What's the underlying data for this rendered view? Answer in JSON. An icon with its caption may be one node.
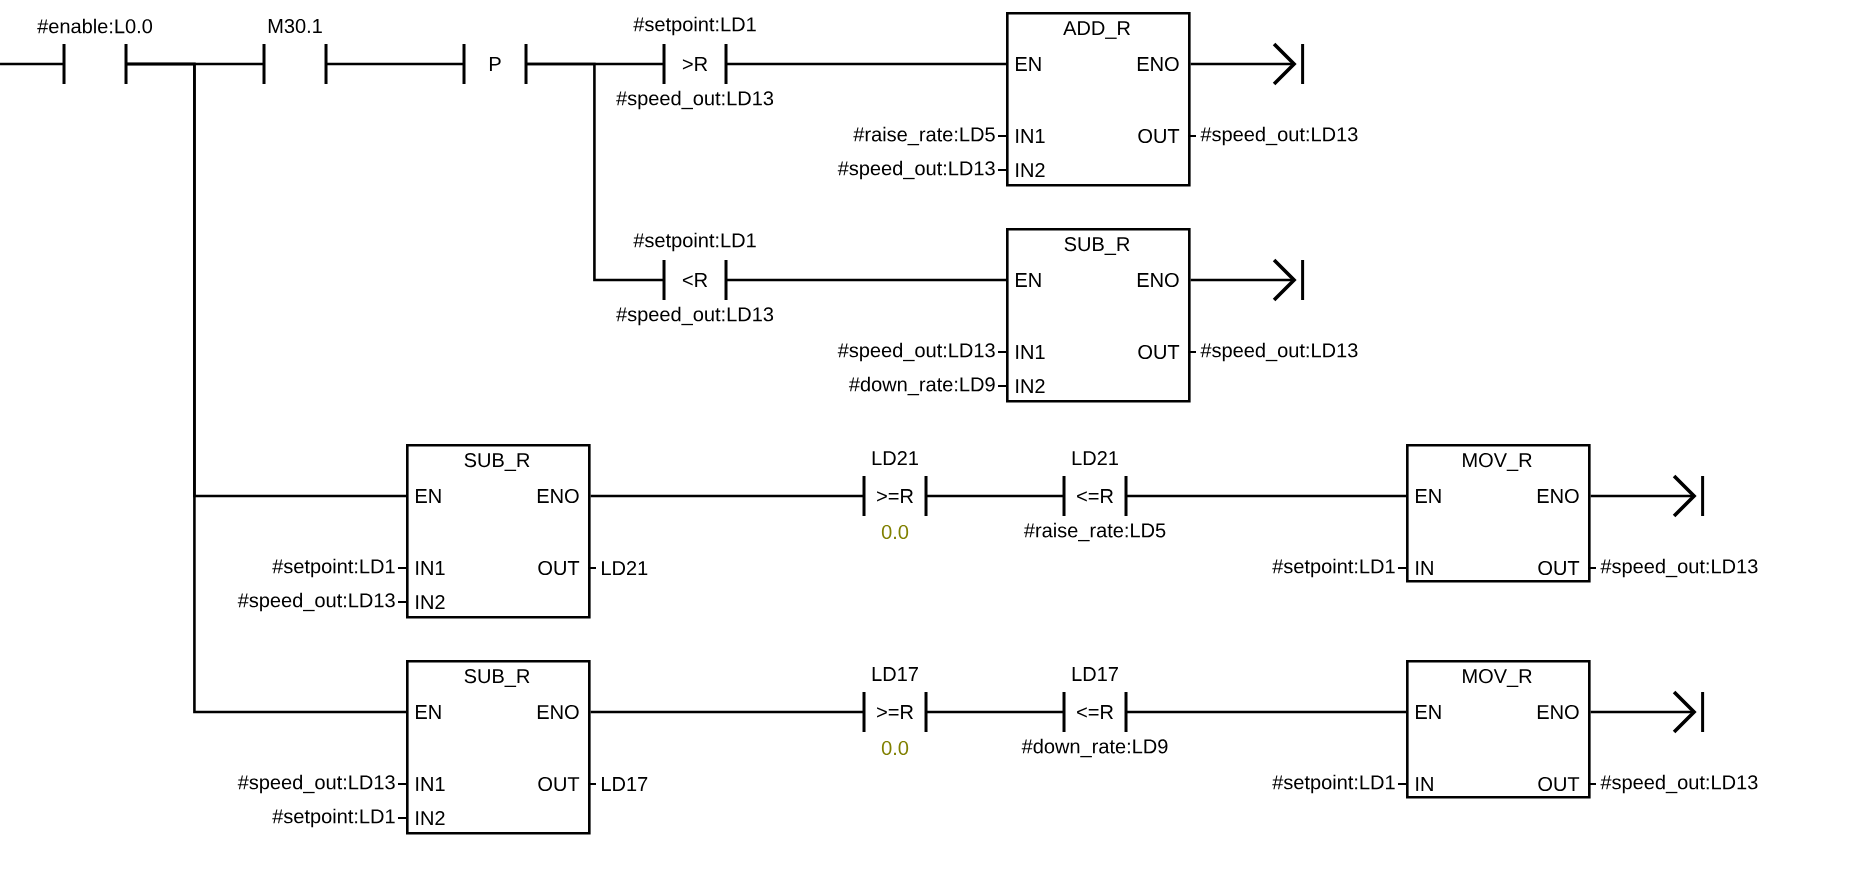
{
  "diagram": {
    "nodes": [
      {
        "text": [
          "#enable:L0.0"
        ]
      },
      {
        "text": [
          "M30.1"
        ]
      },
      {
        "text": [
          "P"
        ]
      },
      {
        "text": [
          "#setpoint:LD1",
          ">R",
          "#speed_out:LD13"
        ]
      },
      {
        "text": [
          "ADD_R",
          "EN",
          "ENO",
          "IN1",
          "OUT",
          "IN2"
        ],
        "beside": [
          "#raise_rate:LD5",
          "#speed_out:LD13",
          "#speed_out:LD13"
        ]
      },
      {
        "text": [
          "#setpoint:LD1",
          "<R",
          "#speed_out:LD13"
        ]
      },
      {
        "text": [
          "SUB_R",
          "EN",
          "ENO",
          "IN1",
          "OUT",
          "IN2"
        ],
        "beside": [
          "#speed_out:LD13",
          "#speed_out:LD13",
          "#down_rate:LD9"
        ]
      },
      {
        "text": [
          "SUB_R",
          "EN",
          "ENO",
          "IN1",
          "OUT",
          "IN2"
        ],
        "beside": [
          "#setpoint:LD1",
          "LD21",
          "#speed_out:LD13"
        ]
      },
      {
        "text": [
          "LD21",
          ">=R",
          "0.0"
        ]
      },
      {
        "text": [
          "LD21",
          "<=R",
          "#raise_rate:LD5"
        ]
      },
      {
        "text": [
          "MOV_R",
          "EN",
          "ENO",
          "IN",
          "OUT"
        ],
        "beside": [
          "#setpoint:LD1",
          "#speed_out:LD13"
        ]
      },
      {
        "text": [
          "SUB_R",
          "EN",
          "ENO",
          "IN1",
          "OUT",
          "IN2"
        ],
        "beside": [
          "#speed_out:LD13",
          "LD17",
          "#setpoint:LD1"
        ]
      },
      {
        "text": [
          "LD17",
          ">=R",
          "0.0"
        ]
      },
      {
        "text": [
          "LD17",
          "<=R",
          "#down_rate:LD9"
        ]
      },
      {
        "text": [
          "MOV_R",
          "EN",
          "ENO",
          "IN",
          "OUT"
        ],
        "beside": [
          "#setpoint:LD1",
          "#speed_out:LD13"
        ]
      }
    ],
    "edges": [
      {
        "from": null,
        "to": 0,
        "arrow": "none"
      },
      {
        "from": 0,
        "to": 1,
        "arrow": "none"
      },
      {
        "from": 1,
        "to": 2,
        "arrow": "none"
      },
      {
        "from": 2,
        "to": 3,
        "arrow": "none"
      },
      {
        "from": 3,
        "to": 4,
        "arrow": "none"
      },
      {
        "from": 4,
        "to": null,
        "arrow": "to"
      },
      {
        "from": 2,
        "to": 5,
        "arrow": "none"
      },
      {
        "from": 5,
        "to": 6,
        "arrow": "none"
      },
      {
        "from": 6,
        "to": null,
        "arrow": "to"
      },
      {
        "from": 0,
        "to": 7,
        "arrow": "none"
      },
      {
        "from": 7,
        "to": 8,
        "arrow": "none"
      },
      {
        "from": 8,
        "to": 9,
        "arrow": "none"
      },
      {
        "from": 9,
        "to": 10,
        "arrow": "none"
      },
      {
        "from": 10,
        "to": null,
        "arrow": "to"
      },
      {
        "from": 0,
        "to": 11,
        "arrow": "none"
      },
      {
        "from": 11,
        "to": 12,
        "arrow": "none"
      },
      {
        "from": 12,
        "to": 13,
        "arrow": "none"
      },
      {
        "from": 13,
        "to": 14,
        "arrow": "none"
      },
      {
        "from": 14,
        "to": null,
        "arrow": "to"
      }
    ]
  }
}
